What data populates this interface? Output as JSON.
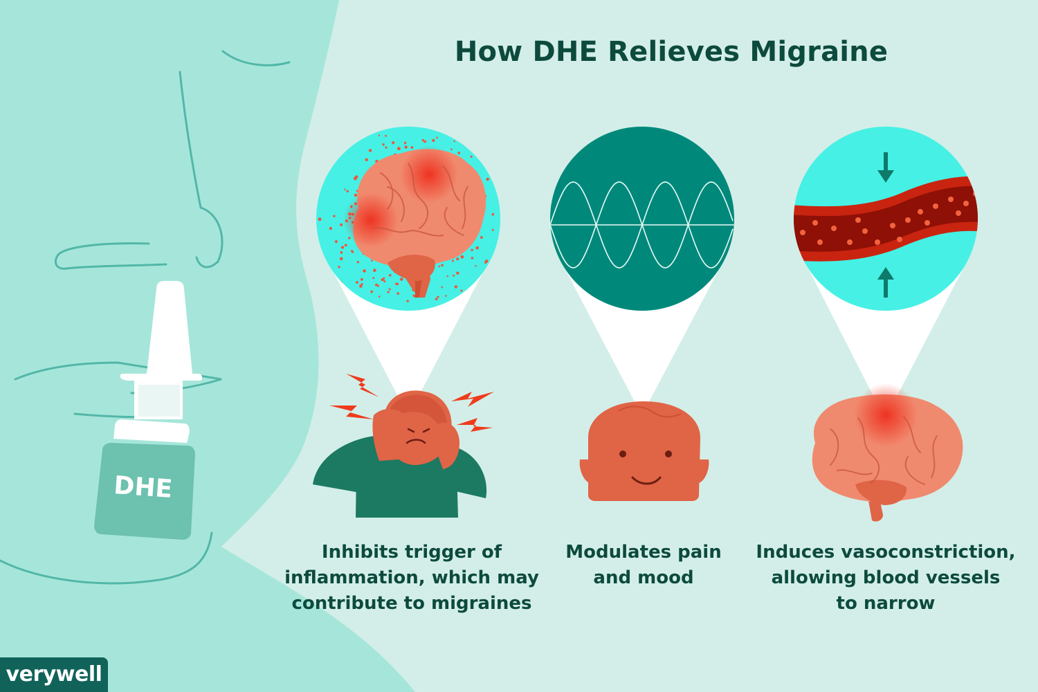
{
  "title": "How DHE Relieves Migraine",
  "captions": {
    "inflammation": "Inhibits trigger of\ninflammation, which may\ncontribute to migraines",
    "pain_mood": "Modulates pain\nand mood",
    "vasoconstriction": "Induces vasoconstriction,\nallowing blood vessels\nto narrow"
  },
  "bottle_label": "DHE",
  "brand": "verywell",
  "colors": {
    "background": "#d3eee8",
    "face": "#a6e6da",
    "title_text": "#0d4a3e",
    "teal_dark": "#00897b",
    "cyan_bright": "#46f0e5",
    "brain": "#f08a6e",
    "skin": "#e06446",
    "sweater": "#1c7a62",
    "vessel_outer": "#c92410",
    "vessel_inner": "#8e1006",
    "bottle": "#6cc1af",
    "brand_bg": "#11635a"
  }
}
